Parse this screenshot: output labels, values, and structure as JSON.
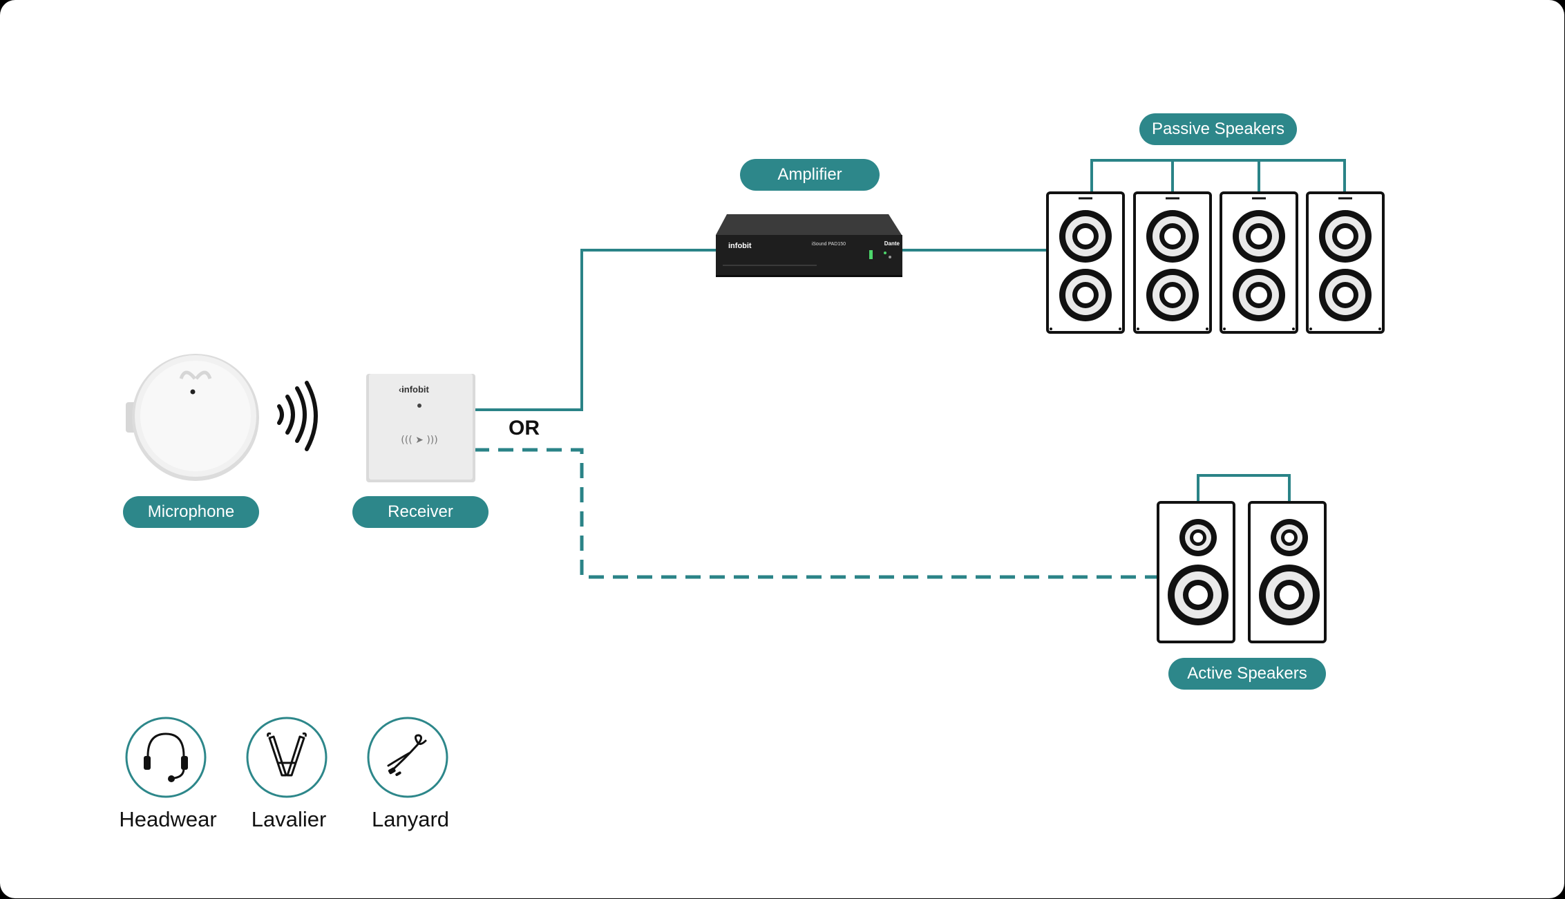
{
  "labels": {
    "amplifier": "Amplifier",
    "passive_speakers": "Passive Speakers",
    "active_speakers": "Active Speakers",
    "microphone": "Microphone",
    "receiver": "Receiver",
    "or": "OR"
  },
  "accessories": [
    {
      "label": "Headwear",
      "icon": "headset-icon"
    },
    {
      "label": "Lavalier",
      "icon": "lavalier-clip-icon"
    },
    {
      "label": "Lanyard",
      "icon": "lanyard-icon"
    }
  ],
  "receiver_brand": "infobit",
  "amplifier_device": {
    "brand": "infobit",
    "model": "iSound PAD150",
    "badge": "Dante"
  },
  "colors": {
    "accent": "#2d878a",
    "connector": "#2a8387",
    "outline": "#111111"
  },
  "passive_speaker_count": 4,
  "active_speaker_count": 2
}
